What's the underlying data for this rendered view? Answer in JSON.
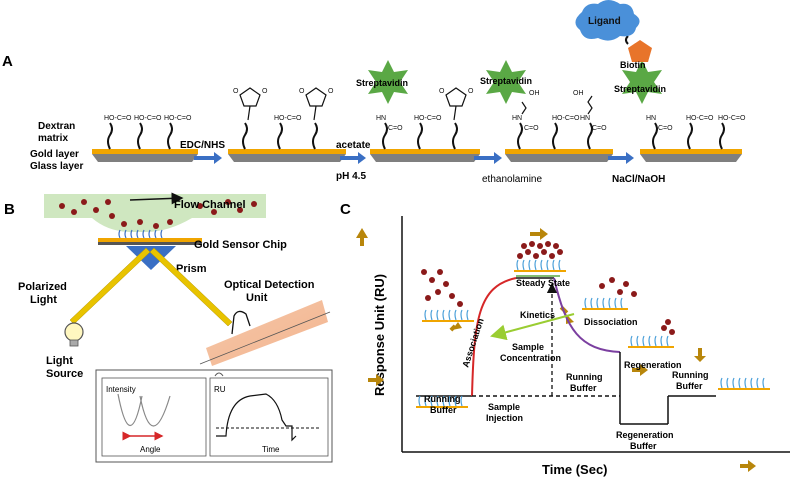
{
  "panel_a": {
    "letter": "A",
    "layer_labels": [
      "Dextran",
      "matrix",
      "Gold layer",
      "Glass layer"
    ],
    "steps": [
      "EDC/NHS",
      "acetate",
      "pH 4.5",
      "ethanolamine",
      "NaCl/NaOH"
    ],
    "streptavidin": "Streptavidin",
    "ligand": "Ligand",
    "biotin": "Biotin",
    "group_cooh": "HO-C=O",
    "group_oh": "OH",
    "group_hn": "HN",
    "group_o": "O",
    "group_c": "C=O"
  },
  "panel_b": {
    "letter": "B",
    "flow_channel": "Flow Channel",
    "gold_chip": "Gold Sensor Chip",
    "prism": "Prism",
    "polarized_light": [
      "Polarized",
      "Light"
    ],
    "light_source": [
      "Light",
      "Source"
    ],
    "optical_detection": [
      "Optical Detection",
      "Unit"
    ],
    "intensity": "Intensity",
    "angle": "Angle",
    "ru": "RU",
    "time": "Time"
  },
  "panel_c": {
    "letter": "C",
    "ylabel": "Response Unit (RU)",
    "xlabel": "Time (Sec)",
    "running_buffer_1": [
      "Running",
      "Buffer"
    ],
    "sample_injection": [
      "Sample",
      "Injection"
    ],
    "association": "Association",
    "steady_state": "Steady State",
    "kinetics": "Kinetics",
    "sample_concentration": [
      "Sample",
      "Concentration"
    ],
    "running_buffer_2": [
      "Running",
      "Buffer"
    ],
    "dissociation": "Dissociation",
    "regeneration": "Regeneration",
    "regeneration_buffer": [
      "Regeneration",
      "Buffer"
    ],
    "running_buffer_3": [
      "Running",
      "Buffer"
    ]
  },
  "colors": {
    "gold": "#f0a500",
    "glass": "#7f7f7f",
    "star": "#5aa845",
    "ligand": "#4a90d9",
    "biotin": "#e8742a",
    "arrow_blue": "#3a6fc4",
    "particle": "#8b1a1a",
    "association_curve": "#d62728",
    "dissociation_curve": "#7b3fa0",
    "kinetics_arrow": "#9acd32",
    "tan_arrow": "#b8860b"
  }
}
